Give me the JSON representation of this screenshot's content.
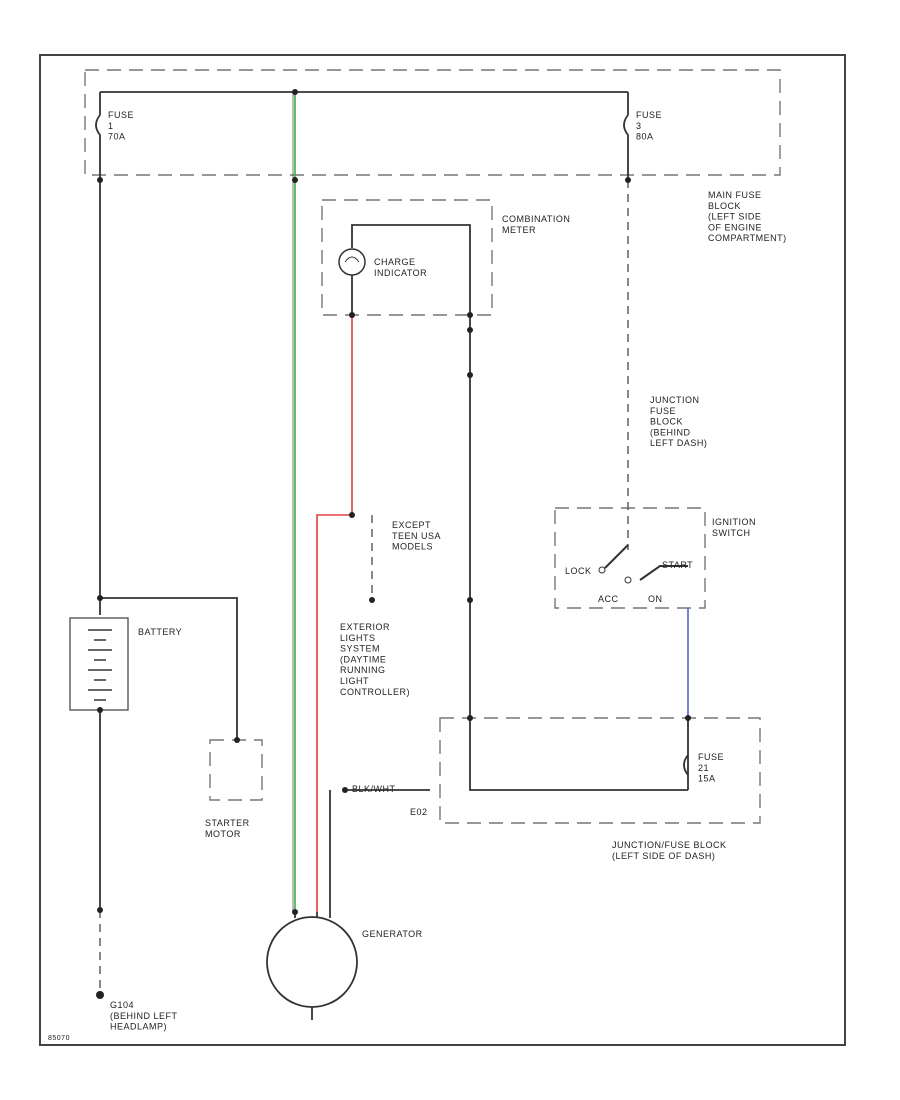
{
  "labels": {
    "fuse1": "FUSE\n1\n70A",
    "fuse3": "FUSE\n3\n80A",
    "main_fuse_block": "MAIN FUSE\nBLOCK\n(LEFT SIDE\nOF ENGINE\nCOMPARTMENT)",
    "combination_meter": "COMBINATION\nMETER",
    "charge_indicator": "CHARGE\nINDICATOR",
    "junction_fuse_block": "JUNCTION\nFUSE\nBLOCK\n(BEHIND\nLEFT DASH)",
    "ignition_switch": "IGNITION\nSWITCH",
    "lock": "LOCK",
    "start": "START",
    "acc": "ACC",
    "on": "ON",
    "except": "EXCEPT\nTEEN USA\nMODELS",
    "exterior_lights": "EXTERIOR\nLIGHTS\nSYSTEM\n(DAYTIME\nRUNNING\nLIGHT\nCONTROLLER)",
    "battery": "BATTERY",
    "starter_motor": "STARTER\nMOTOR",
    "generator": "GENERATOR",
    "jb_left_dash": "JUNCTION/FUSE BLOCK\n(LEFT SIDE OF DASH)",
    "fuse21": "FUSE\n21\n15A",
    "g104": "G104\n(BEHIND LEFT\nHEADLAMP)",
    "e02": "E02",
    "blk_wht": "BLK/WHT",
    "figure_id": "85070"
  },
  "icons": [
    "ground-icon",
    "switch-icon",
    "lamp-icon",
    "battery-icon",
    "generator-icon"
  ]
}
